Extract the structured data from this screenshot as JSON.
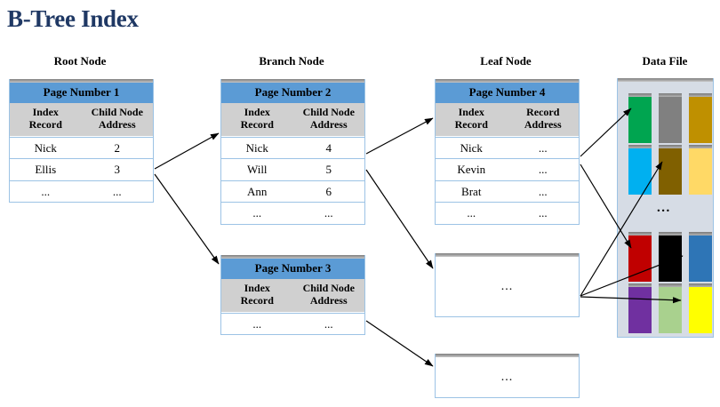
{
  "title": "B-Tree Index",
  "captions": {
    "root": "Root Node",
    "branch": "Branch Node",
    "leaf": "Leaf Node",
    "datafile": "Data File"
  },
  "nodes": {
    "root": {
      "page_title": "Page Number 1",
      "columns": [
        "Index\nRecord",
        "Child Node\nAddress"
      ],
      "col_left": "Index Record",
      "col_right": "Child Node Address",
      "rows": [
        {
          "key": "Nick",
          "value": "2"
        },
        {
          "key": "Ellis",
          "value": "3"
        },
        {
          "key": "...",
          "value": "..."
        }
      ]
    },
    "branch2": {
      "page_title": "Page Number 2",
      "col_left": "Index Record",
      "col_right": "Child Node Address",
      "rows": [
        {
          "key": "Nick",
          "value": "4"
        },
        {
          "key": "Will",
          "value": "5"
        },
        {
          "key": "Ann",
          "value": "6"
        },
        {
          "key": "...",
          "value": "..."
        }
      ]
    },
    "branch3": {
      "page_title": "Page Number 3",
      "col_left": "Index Record",
      "col_right": "Child Node Address",
      "rows": [
        {
          "key": "...",
          "value": "..."
        }
      ]
    },
    "leaf4": {
      "page_title": "Page Number 4",
      "col_left": "Index Record",
      "col_right": "Record Address",
      "rows": [
        {
          "key": "Nick",
          "value": "..."
        },
        {
          "key": "Kevin",
          "value": "..."
        },
        {
          "key": "Brat",
          "value": "..."
        },
        {
          "key": "...",
          "value": "..."
        }
      ]
    },
    "leaf_placeholder_1": {
      "text": "..."
    },
    "leaf_placeholder_2": {
      "text": "..."
    }
  },
  "data_file": {
    "ellipsis": "...",
    "rows": [
      {
        "blocks": [
          "#00A550",
          "#808080",
          "#BF9000"
        ]
      },
      {
        "blocks": [
          "#00B0F0",
          "#806000",
          "#FFD966"
        ]
      },
      {
        "blocks": [
          "#C00000",
          "#000000",
          "#2E75B6"
        ]
      },
      {
        "blocks": [
          "#7030A0",
          "#A9D18E",
          "#FFFF00"
        ]
      }
    ]
  },
  "colors": {
    "title": "#1F3864",
    "header_blue": "#5B9BD5",
    "subhead_gray": "#D0D0D0",
    "panel_bg": "#D6DCE5",
    "border_blue": "#9CC3E5",
    "arrow": "#000000"
  }
}
